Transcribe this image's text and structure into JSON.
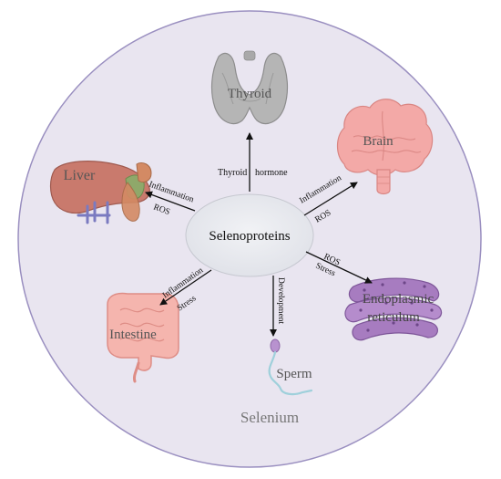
{
  "diagram": {
    "background_color": "#ffffff",
    "circle_fill": "#e9e5f0",
    "circle_stroke": "#9a8fc0",
    "hub_fill": "#e7e9ee",
    "arrow_color": "#111111",
    "center": {
      "label": "Selenoproteins"
    },
    "outer_label": "Selenium",
    "organs": {
      "thyroid": {
        "label": "Thyroid",
        "icon": "thyroid-icon",
        "color": "#b3b3b3"
      },
      "brain": {
        "label": "Brain",
        "icon": "brain-icon",
        "color": "#f3a9a7"
      },
      "liver": {
        "label": "Liver",
        "icon": "liver-icon",
        "color": "#c97a6d"
      },
      "intestine": {
        "label": "Intestine",
        "icon": "intestine-icon",
        "color": "#f5b5ae"
      },
      "er": {
        "label_line1": "Endoplasmic",
        "label_line2": "reticulum",
        "icon": "endoplasmic-reticulum-icon",
        "color": "#a77cc0"
      },
      "sperm": {
        "label": "Sperm",
        "icon": "sperm-icon",
        "color": "#9fd0db"
      }
    },
    "edges": {
      "thyroid": {
        "label_left": "Thyroid",
        "label_right": "hormone"
      },
      "brain": {
        "label_above": "Inflammation",
        "label_below": "ROS"
      },
      "liver": {
        "label_above": "Inflammation",
        "label_below": "ROS"
      },
      "intestine": {
        "label_above": "Inflammation",
        "label_below": "Stress"
      },
      "er": {
        "label_above": "ROS",
        "label_below": "Stress"
      },
      "sperm": {
        "label": "Development"
      }
    }
  }
}
